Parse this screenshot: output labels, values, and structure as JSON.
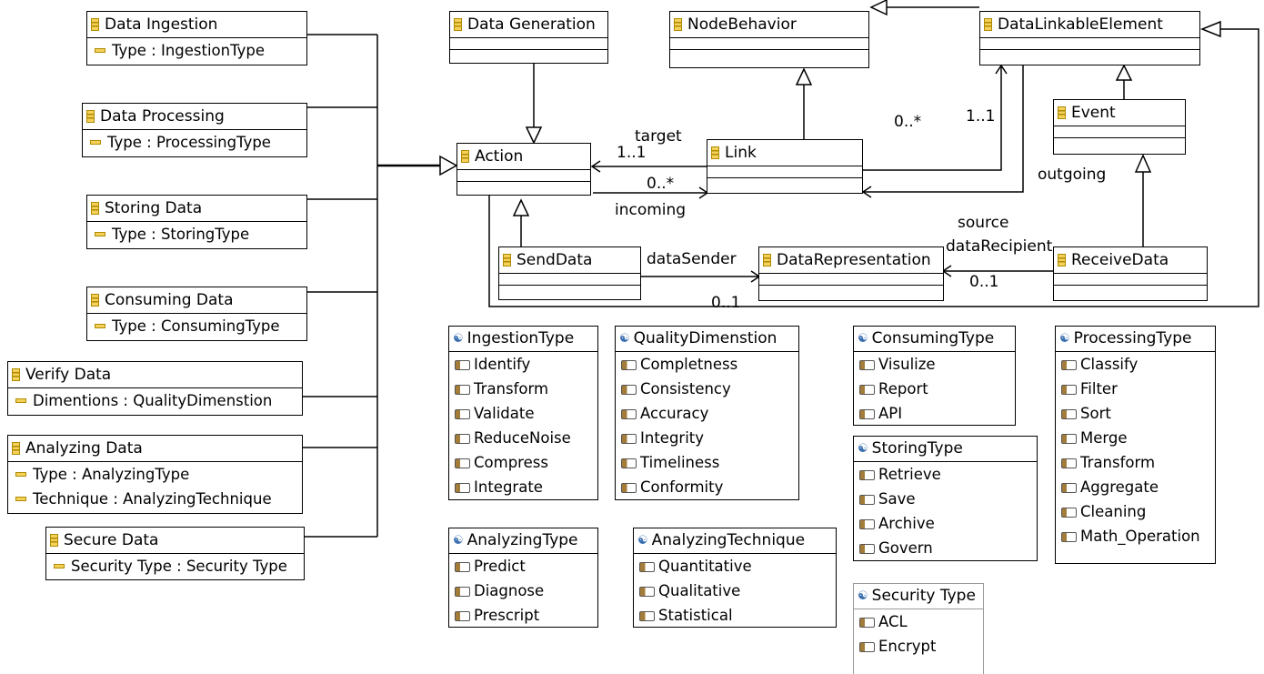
{
  "classes": {
    "data_ingestion": {
      "name": "Data Ingestion",
      "attrs": [
        "Type : IngestionType"
      ]
    },
    "data_processing": {
      "name": "Data Processing",
      "attrs": [
        "Type : ProcessingType"
      ]
    },
    "storing_data": {
      "name": "Storing Data",
      "attrs": [
        "Type : StoringType"
      ]
    },
    "consuming_data": {
      "name": "Consuming Data",
      "attrs": [
        "Type : ConsumingType"
      ]
    },
    "verify_data": {
      "name": "Verify Data",
      "attrs": [
        "Dimentions : QualityDimenstion"
      ]
    },
    "analyzing_data": {
      "name": "Analyzing Data",
      "attrs": [
        "Type : AnalyzingType",
        "Technique : AnalyzingTechnique"
      ]
    },
    "secure_data": {
      "name": "Secure Data",
      "attrs": [
        "Security Type : Security Type"
      ]
    },
    "data_generation": {
      "name": "Data Generation"
    },
    "node_behavior": {
      "name": "NodeBehavior"
    },
    "data_linkable_element": {
      "name": "DataLinkableElement"
    },
    "action": {
      "name": "Action"
    },
    "link": {
      "name": "Link"
    },
    "event": {
      "name": "Event"
    },
    "send_data": {
      "name": "SendData"
    },
    "data_representation": {
      "name": "DataRepresentation"
    },
    "receive_data": {
      "name": "ReceiveData"
    }
  },
  "enums": {
    "ingestion_type": {
      "name": "IngestionType",
      "literals": [
        "Identify",
        "Transform",
        "Validate",
        "ReduceNoise",
        "Compress",
        "Integrate"
      ]
    },
    "quality_dimenstion": {
      "name": "QualityDimenstion",
      "literals": [
        "Completness",
        "Consistency",
        "Accuracy",
        "Integrity",
        "Timeliness",
        "Conformity"
      ]
    },
    "consuming_type": {
      "name": "ConsumingType",
      "literals": [
        "Visulize",
        "Report",
        "API"
      ]
    },
    "processing_type": {
      "name": "ProcessingType",
      "literals": [
        "Classify",
        "Filter",
        "Sort",
        "Merge",
        "Transform",
        "Aggregate",
        "Cleaning",
        "Math_Operation"
      ]
    },
    "storing_type": {
      "name": "StoringType",
      "literals": [
        "Retrieve",
        "Save",
        "Archive",
        "Govern"
      ]
    },
    "analyzing_type": {
      "name": "AnalyzingType",
      "literals": [
        "Predict",
        "Diagnose",
        "Prescript"
      ]
    },
    "analyzing_technique": {
      "name": "AnalyzingTechnique",
      "literals": [
        "Quantitative",
        "Qualitative",
        "Statistical"
      ]
    },
    "security_type": {
      "name": "Security Type",
      "literals": [
        "ACL",
        "Encrypt"
      ]
    }
  },
  "labels": {
    "target": "target",
    "target_mult": "1..1",
    "incoming_mult": "0..*",
    "incoming": "incoming",
    "link_mult": "0..*",
    "dle_mult": "1..1",
    "outgoing": "outgoing",
    "source": "source",
    "data_recipient": "dataRecipient",
    "data_sender": "dataSender",
    "recipient_mult": "0..1",
    "bottom_mult": "0..1"
  }
}
